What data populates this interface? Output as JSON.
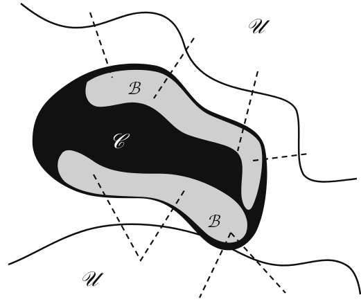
{
  "labels": {
    "universe_top": "𝒰",
    "universe_bottom": "𝒰",
    "boundary_top": "ℬ",
    "boundary_bottom": "ℬ",
    "core": "𝒞"
  },
  "colors": {
    "core_fill": "#111111",
    "boundary_fill": "#cfcfcf",
    "stroke": "#111111",
    "background": "#ffffff"
  }
}
